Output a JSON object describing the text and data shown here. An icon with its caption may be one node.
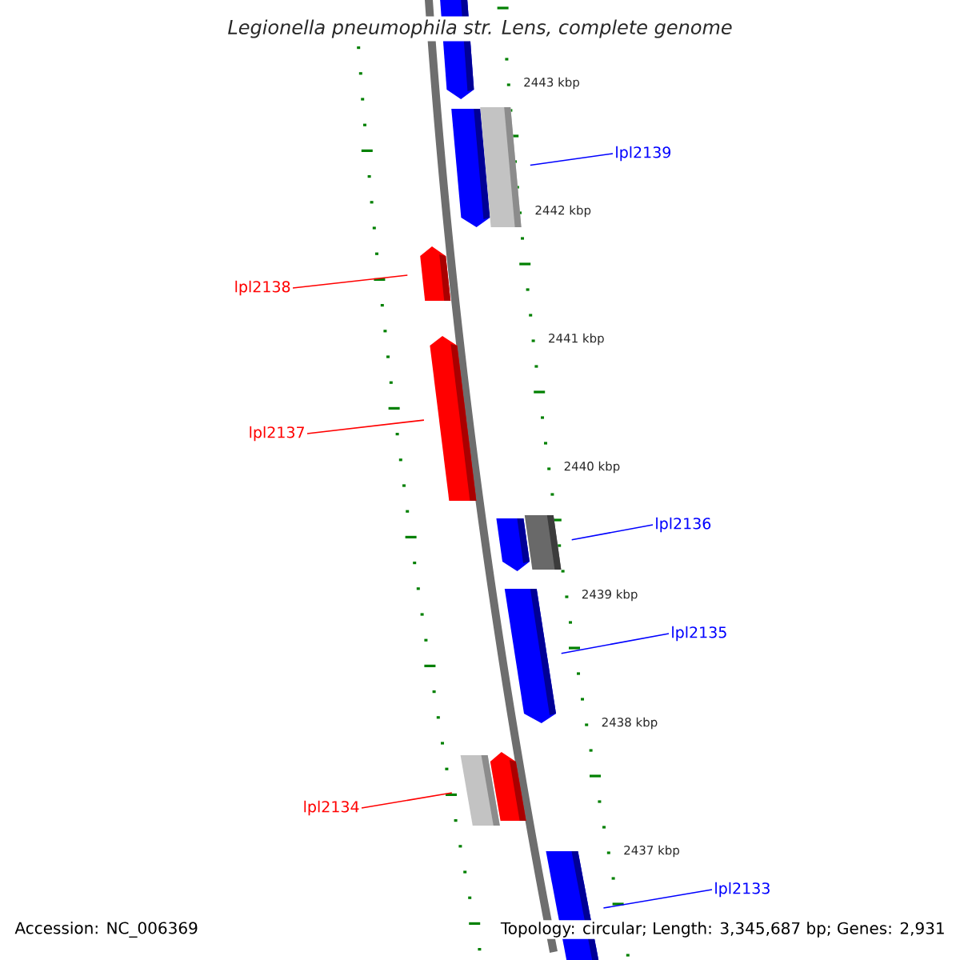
{
  "diagram": {
    "title": "Legionella pneumophila str. Lens, complete genome",
    "nodes": [
      {
        "text": [
          "lpl2139"
        ]
      },
      {
        "text": [
          "lpl2138"
        ]
      },
      {
        "text": [
          "lpl2137"
        ]
      },
      {
        "text": [
          "lpl2136"
        ]
      },
      {
        "text": [
          "lpl2135"
        ]
      },
      {
        "text": [
          "lpl2134"
        ]
      },
      {
        "text": [
          "lpl2133"
        ]
      },
      {
        "text": [],
        "shape": "pentagon"
      },
      {
        "text": [],
        "shape": "pentagon"
      },
      {
        "text": [],
        "shape": "box"
      },
      {
        "text": [],
        "shape": "pentagon"
      },
      {
        "text": [],
        "shape": "pentagon"
      },
      {
        "text": [],
        "shape": "pentagon"
      },
      {
        "text": [],
        "shape": "box"
      },
      {
        "text": [],
        "shape": "pentagon"
      },
      {
        "text": [],
        "shape": "box"
      },
      {
        "text": [],
        "shape": "pentagon"
      },
      {
        "text": [],
        "shape": "box"
      }
    ],
    "edges": [
      {
        "from": 0,
        "to": 9,
        "arrow": "none",
        "color": "#0000ff"
      },
      {
        "from": 1,
        "to": 10,
        "arrow": "none",
        "color": "#ff0000"
      },
      {
        "from": 2,
        "to": 11,
        "arrow": "none",
        "color": "#ff0000"
      },
      {
        "from": 3,
        "to": 13,
        "arrow": "none",
        "color": "#0000ff"
      },
      {
        "from": 4,
        "to": 14,
        "arrow": "none",
        "color": "#0000ff"
      },
      {
        "from": 5,
        "to": 15,
        "arrow": "none",
        "color": "#ff0000"
      },
      {
        "from": 6,
        "to": 17,
        "arrow": "none",
        "color": "#0000ff"
      }
    ],
    "labels": [
      "2443 kbp",
      "2442 kbp",
      "2441 kbp",
      "2440 kbp",
      "2439 kbp",
      "2438 kbp",
      "2437 kbp",
      "Accession: NC_006369",
      "Topology: circular; Length: 3,345,687 bp; Genes: 2,931"
    ]
  }
}
